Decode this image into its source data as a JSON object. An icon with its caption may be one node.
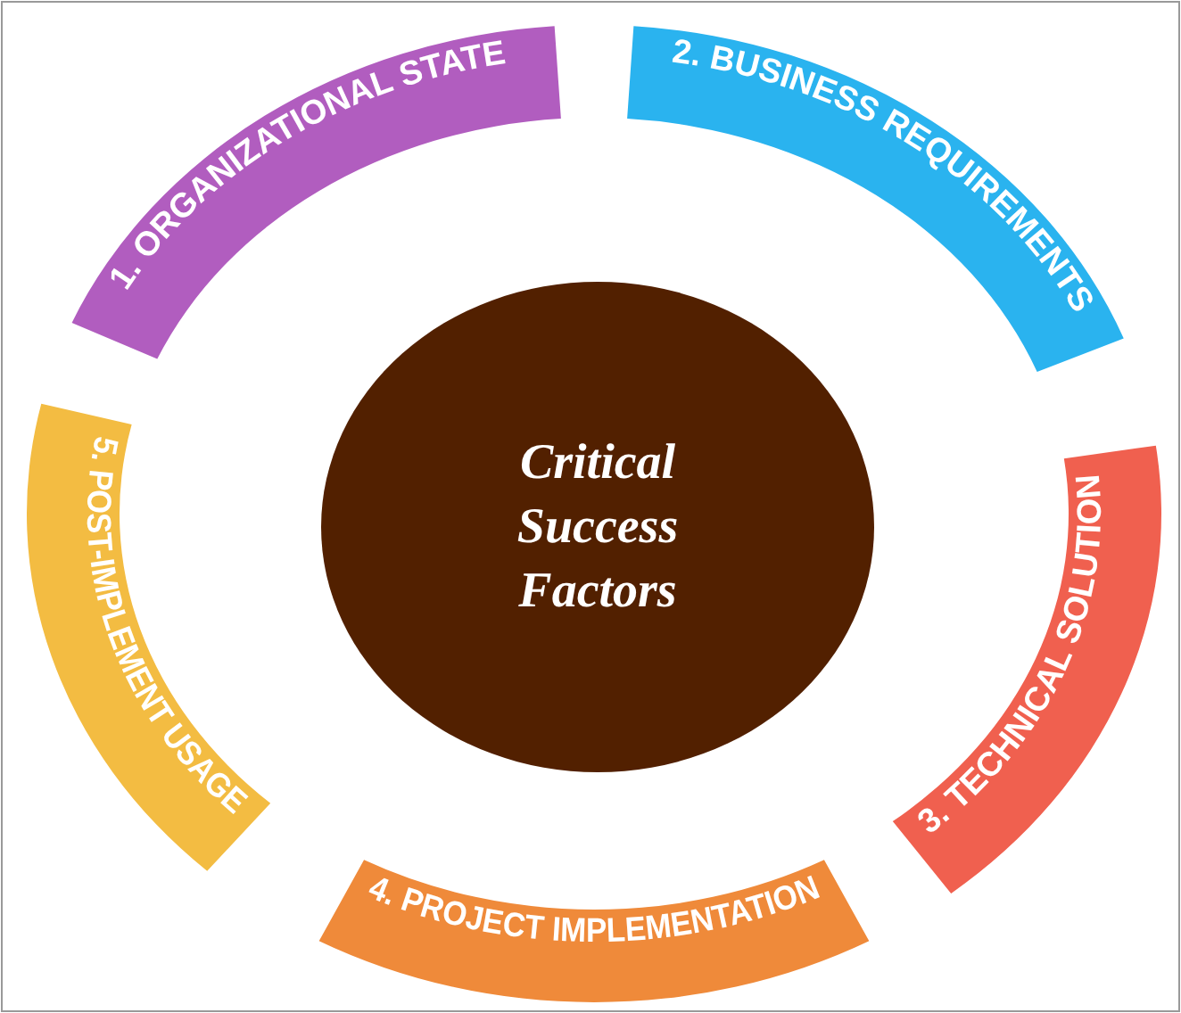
{
  "diagram": {
    "nodes": [
      {
        "text": [
          "1. ORGANIZATIONAL STATE"
        ]
      },
      {
        "text": [
          "2. BUSINESS REQUIREMENTS"
        ]
      },
      {
        "text": [
          "3. TECHNICAL SOLUTION"
        ]
      },
      {
        "text": [
          "4. PROJECT IMPLEMENTATION"
        ]
      },
      {
        "text": [
          "5. POST-IMPLEMENT USAGE"
        ]
      },
      {
        "text": [
          "Critical Success Factors"
        ]
      }
    ]
  }
}
